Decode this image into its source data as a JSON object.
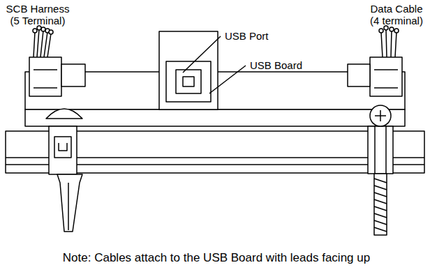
{
  "diagram": {
    "labels": [
      "SCB Harness (5 Terminal)",
      "Data Cable (4 terminal)",
      "USB Port",
      "USB Board",
      "Note: Cables attach to the USB Board with leads facing up"
    ]
  }
}
